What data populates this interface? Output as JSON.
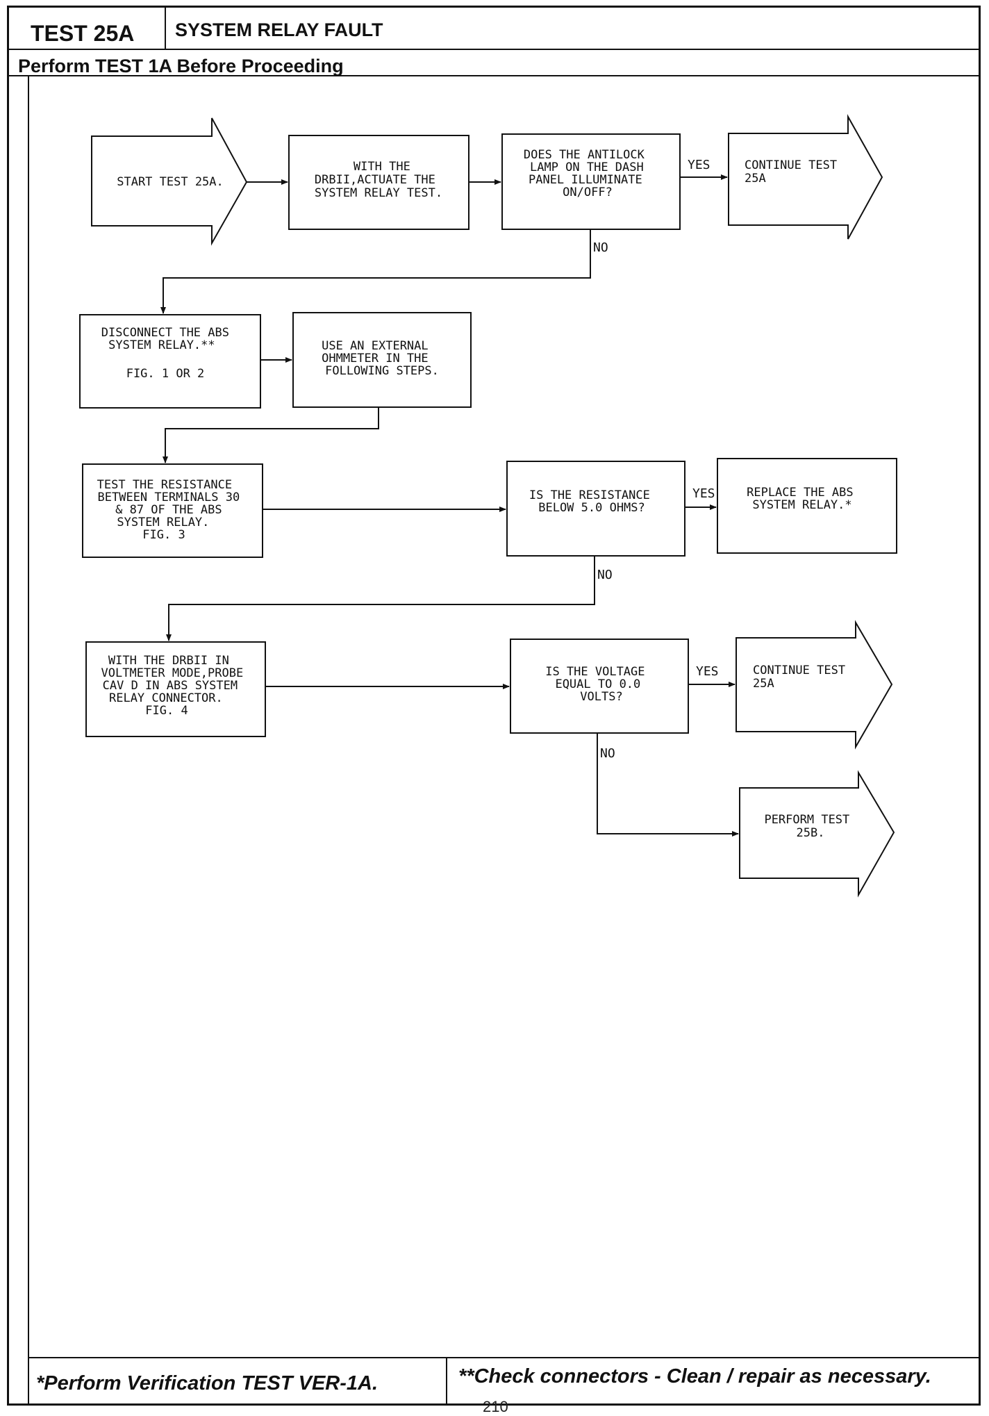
{
  "header": {
    "test_id": "TEST 25A",
    "title": "SYSTEM RELAY FAULT",
    "subtitle": "Perform TEST 1A Before Proceeding"
  },
  "flow": {
    "nodes": {
      "start": [
        "START TEST 25A."
      ],
      "actuate": [
        "WITH THE",
        "DRBII,ACTUATE THE",
        "SYSTEM RELAY TEST."
      ],
      "q_lamp": [
        "DOES THE ANTILOCK",
        "LAMP ON THE DASH",
        "PANEL ILLUMINATE",
        "ON/OFF?"
      ],
      "continue1": [
        "CONTINUE TEST",
        "25A"
      ],
      "disconnect": [
        "DISCONNECT THE ABS",
        "SYSTEM RELAY.**",
        "",
        "FIG. 1 OR 2"
      ],
      "ohmmeter": [
        "USE AN EXTERNAL",
        "OHMMETER IN THE",
        "FOLLOWING STEPS."
      ],
      "test_res": [
        "TEST THE RESISTANCE",
        "BETWEEN TERMINALS 30",
        "& 87 OF THE ABS",
        "SYSTEM RELAY.",
        "FIG. 3"
      ],
      "q_res": [
        "IS THE RESISTANCE",
        "BELOW 5.0 OHMS?"
      ],
      "replace": [
        "REPLACE THE ABS",
        "SYSTEM RELAY.*"
      ],
      "voltmeter": [
        "WITH THE DRBII IN",
        "VOLTMETER MODE,PROBE",
        "CAV D IN ABS SYSTEM",
        "RELAY CONNECTOR.",
        "FIG. 4"
      ],
      "q_volt": [
        "IS THE VOLTAGE",
        "EQUAL TO 0.0",
        "VOLTS?"
      ],
      "continue2": [
        "CONTINUE TEST",
        "25A"
      ],
      "perform25b": [
        "PERFORM TEST",
        "25B."
      ]
    },
    "labels": {
      "yes1": "YES",
      "no1": "NO",
      "yes2": "YES",
      "no2": "NO",
      "yes3": "YES",
      "no3": "NO"
    }
  },
  "footer": {
    "left": "*Perform Verification TEST VER-1A.",
    "right": "**Check connectors - Clean / repair as necessary."
  },
  "page_number": "210"
}
